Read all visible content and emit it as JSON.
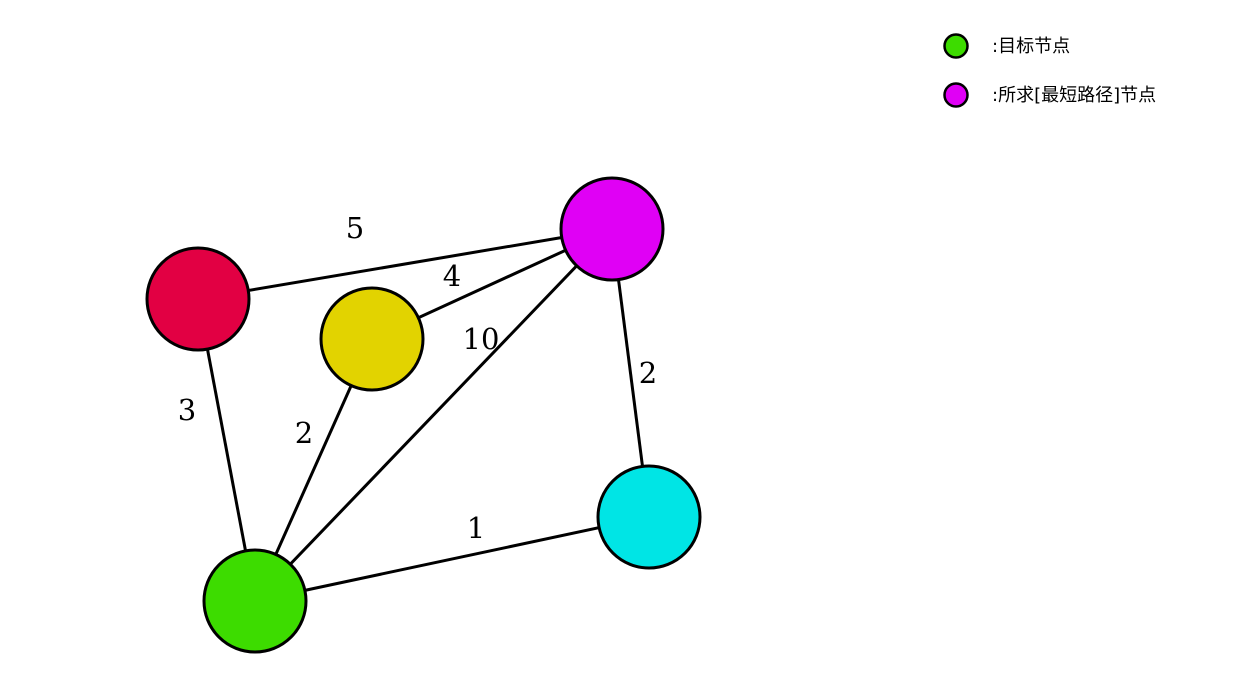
{
  "legend": {
    "items": [
      {
        "label": ":目标节点",
        "color": "#3ddc00"
      },
      {
        "label": ":所求[最短路径]节点",
        "color": "#e000f5"
      }
    ]
  },
  "graph": {
    "nodes": [
      {
        "id": "red",
        "color": "#e20043"
      },
      {
        "id": "yellow",
        "color": "#e2d300"
      },
      {
        "id": "magenta",
        "color": "#e000f5"
      },
      {
        "id": "green",
        "color": "#3ddc00"
      },
      {
        "id": "cyan",
        "color": "#00e5e5"
      }
    ],
    "edges": [
      {
        "from": "red",
        "to": "magenta",
        "weight": "5"
      },
      {
        "from": "yellow",
        "to": "magenta",
        "weight": "4"
      },
      {
        "from": "green",
        "to": "magenta",
        "weight": "10"
      },
      {
        "from": "magenta",
        "to": "cyan",
        "weight": "2"
      },
      {
        "from": "red",
        "to": "green",
        "weight": "3"
      },
      {
        "from": "yellow",
        "to": "green",
        "weight": "2"
      },
      {
        "from": "green",
        "to": "cyan",
        "weight": "1"
      }
    ]
  }
}
